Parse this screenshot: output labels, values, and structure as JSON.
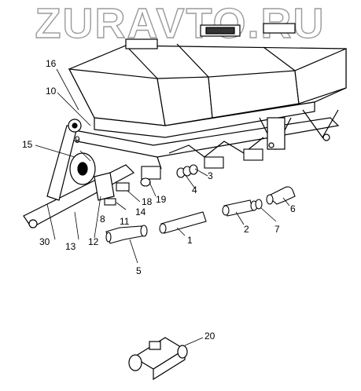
{
  "watermark": {
    "text": "ZURAVTO.RU"
  },
  "corner_mark": "",
  "callouts": [
    {
      "id": "c16",
      "label": "16"
    },
    {
      "id": "c10",
      "label": "10"
    },
    {
      "id": "c15",
      "label": "15"
    },
    {
      "id": "c9",
      "label": "9"
    },
    {
      "id": "c3",
      "label": "3"
    },
    {
      "id": "c4",
      "label": "4"
    },
    {
      "id": "c19",
      "label": "19"
    },
    {
      "id": "c18",
      "label": "18"
    },
    {
      "id": "c14",
      "label": "14"
    },
    {
      "id": "c8",
      "label": "8"
    },
    {
      "id": "c11",
      "label": "11"
    },
    {
      "id": "c6",
      "label": "6"
    },
    {
      "id": "c2",
      "label": "2"
    },
    {
      "id": "c7",
      "label": "7"
    },
    {
      "id": "c1",
      "label": "1"
    },
    {
      "id": "c30",
      "label": "30"
    },
    {
      "id": "c13",
      "label": "13"
    },
    {
      "id": "c12",
      "label": "12"
    },
    {
      "id": "c5",
      "label": "5"
    },
    {
      "id": "c20",
      "label": "20"
    }
  ]
}
